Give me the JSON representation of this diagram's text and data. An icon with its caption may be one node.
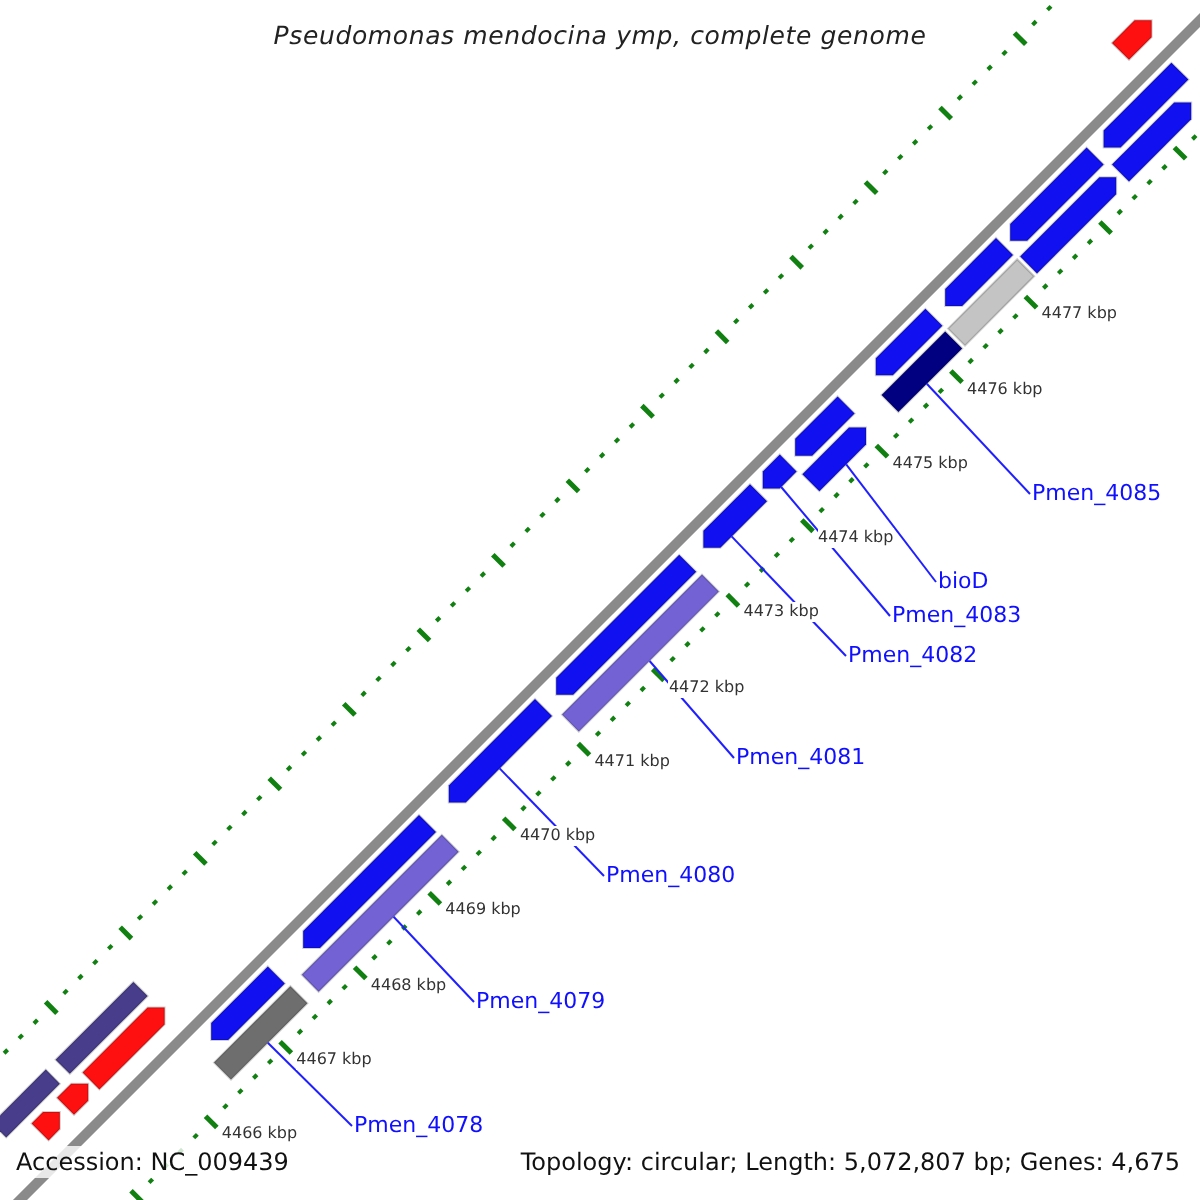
{
  "diagram": {
    "title": "Pseudomonas mendocina ymp, complete genome",
    "nodes": [
      {
        "text": [
          "Pmen_4078"
        ]
      },
      {
        "text": [
          "Pmen_4079"
        ]
      },
      {
        "text": [
          "Pmen_4080"
        ]
      },
      {
        "text": [
          "Pmen_4081"
        ]
      },
      {
        "text": [
          "Pmen_4082"
        ]
      },
      {
        "text": [
          "Pmen_4083"
        ]
      },
      {
        "text": [
          "bioD"
        ]
      },
      {
        "text": [
          "Pmen_4085"
        ]
      },
      {
        "text": [],
        "shape": "arrow"
      },
      {
        "text": [],
        "shape": "box"
      },
      {
        "text": [],
        "shape": "arrow"
      },
      {
        "text": [],
        "shape": "box"
      },
      {
        "text": [],
        "shape": "arrow"
      },
      {
        "text": [],
        "shape": "box"
      },
      {
        "text": [],
        "shape": "arrow"
      },
      {
        "text": [],
        "shape": "box"
      },
      {
        "text": [],
        "shape": "arrow"
      },
      {
        "text": [],
        "shape": "arrow"
      },
      {
        "text": [],
        "shape": "box"
      },
      {
        "text": [],
        "shape": "arrow"
      },
      {
        "text": [],
        "shape": "arrow"
      },
      {
        "text": [],
        "shape": "arrow"
      },
      {
        "text": [],
        "shape": "arrow"
      },
      {
        "text": [],
        "shape": "arrow"
      },
      {
        "text": [],
        "shape": "box"
      },
      {
        "text": [],
        "shape": "arrow"
      },
      {
        "text": [],
        "shape": "box"
      },
      {
        "text": [],
        "shape": "arrow"
      },
      {
        "text": [],
        "shape": "arrow"
      },
      {
        "text": [],
        "shape": "arrow"
      },
      {
        "text": [],
        "shape": "arrow"
      },
      {
        "text": [],
        "shape": "arrow"
      },
      {
        "text": [],
        "shape": "arrow"
      }
    ],
    "edges": [
      {
        "from": 0,
        "to": 13,
        "arrow": "none"
      },
      {
        "from": 1,
        "to": 15,
        "arrow": "none"
      },
      {
        "from": 2,
        "to": 17,
        "arrow": "none"
      },
      {
        "from": 3,
        "to": 18,
        "arrow": "none"
      },
      {
        "from": 4,
        "to": 20,
        "arrow": "none"
      },
      {
        "from": 5,
        "to": 21,
        "arrow": "none"
      },
      {
        "from": 6,
        "to": 22,
        "arrow": "none"
      },
      {
        "from": 7,
        "to": 24,
        "arrow": "none"
      }
    ],
    "labels": [
      "4477 kbp",
      "4476 kbp",
      "4475 kbp",
      "4474 kbp",
      "4473 kbp",
      "4472 kbp",
      "4471 kbp",
      "4470 kbp",
      "4469 kbp",
      "4468 kbp",
      "4467 kbp",
      "4466 kbp",
      "Accession: NC_009439",
      "Topology: circular; Length: 5,072,807 bp; Genes: 4,675"
    ]
  }
}
